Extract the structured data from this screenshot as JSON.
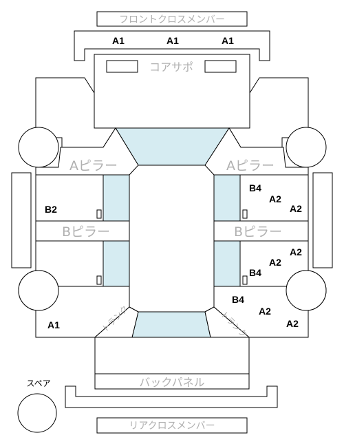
{
  "parts": {
    "front_cross_member": "フロントクロスメンバー",
    "core_support": "コアサポ",
    "a_pillar_left": "Aピラー",
    "a_pillar_right": "Aピラー",
    "b_pillar_left": "Bピラー",
    "b_pillar_right": "Bピラー",
    "back_panel": "バックパネル",
    "rear_cross_member": "リアクロスメンバー",
    "trunk_left": "トランク",
    "trunk_right": "トランク",
    "spare": "スペア"
  },
  "ranks": {
    "front_a1_left": "A1",
    "front_a1_center": "A1",
    "front_a1_right": "A1",
    "left_b2": "B2",
    "left_rear_a1": "A1",
    "right_front_b4": "B4",
    "right_front_a2_upper": "A2",
    "right_front_a2_lower": "A2",
    "right_mid_a2_right": "A2",
    "right_mid_a2_left": "A2",
    "right_mid_b4": "B4",
    "right_rear_b4": "B4",
    "right_rear_a2_left": "A2",
    "right_rear_a2_right": "A2"
  },
  "colors": {
    "glass": "#d6ecf2",
    "outline": "#000000",
    "label_gray": "#b0b0b0"
  }
}
